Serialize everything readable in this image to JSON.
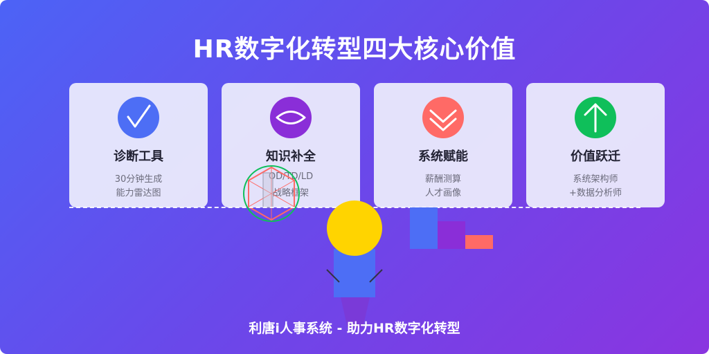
{
  "title": "HR数字化转型四大核心价值",
  "cards": [
    {
      "icon": "check-icon",
      "color": "#4d6ef5",
      "title": "诊断工具",
      "lines": [
        "30分钟生成",
        "能力雷达图"
      ]
    },
    {
      "icon": "eye-icon",
      "color": "#8a2ed8",
      "title": "知识补全",
      "lines": [
        "OD/TD/LD",
        "战略框架"
      ]
    },
    {
      "icon": "double-chevron-down-icon",
      "color": "#ff6a66",
      "title": "系统赋能",
      "lines": [
        "薪酬测算",
        "人才画像"
      ]
    },
    {
      "icon": "arrow-up-icon",
      "color": "#0fbf5a",
      "title": "价值跃迁",
      "lines": [
        "系统架构师",
        "+数据分析师"
      ]
    }
  ],
  "footer": "利唐i人事系统 - 助力HR数字化转型",
  "colors": {
    "background_start": "#4c63f6",
    "background_end": "#8a35e0",
    "figure_head": "#ffd400",
    "figure_body": "#4d6ef5",
    "figure_legs": "#7a3ad8",
    "bar_blue": "#4d6ef5",
    "bar_purple": "#8a2ed8",
    "bar_red": "#ff6a66",
    "hexagon_outline": "#ff6a66",
    "circle_outline": "#0fbf5a"
  }
}
